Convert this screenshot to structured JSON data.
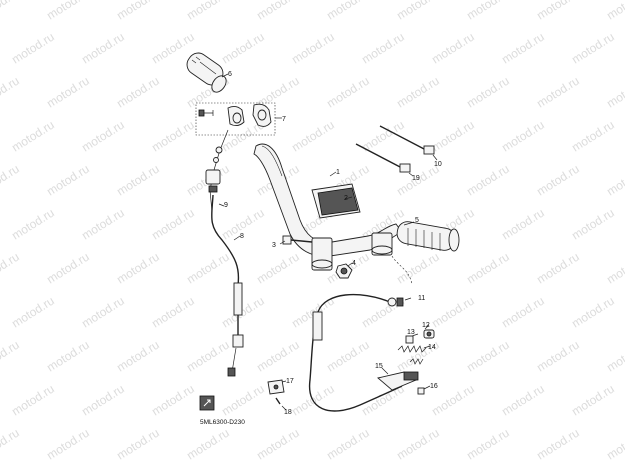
{
  "watermark": "motod.ru",
  "diagram_code": "5ML6300-D230",
  "callouts": [
    {
      "id": "c1",
      "label": "1"
    },
    {
      "id": "c2",
      "label": "2"
    },
    {
      "id": "c3",
      "label": "3"
    },
    {
      "id": "c4",
      "label": "4"
    },
    {
      "id": "c5",
      "label": "5"
    },
    {
      "id": "c6",
      "label": "6"
    },
    {
      "id": "c7",
      "label": "7"
    },
    {
      "id": "c8",
      "label": "8"
    },
    {
      "id": "c9",
      "label": "9"
    },
    {
      "id": "c10",
      "label": "10"
    },
    {
      "id": "c11",
      "label": "11"
    },
    {
      "id": "c12",
      "label": "12"
    },
    {
      "id": "c13",
      "label": "13"
    },
    {
      "id": "c14",
      "label": "14"
    },
    {
      "id": "c15",
      "label": "15"
    },
    {
      "id": "c16",
      "label": "16"
    },
    {
      "id": "c17",
      "label": "17"
    },
    {
      "id": "c18",
      "label": "18"
    },
    {
      "id": "c19",
      "label": "19"
    }
  ]
}
